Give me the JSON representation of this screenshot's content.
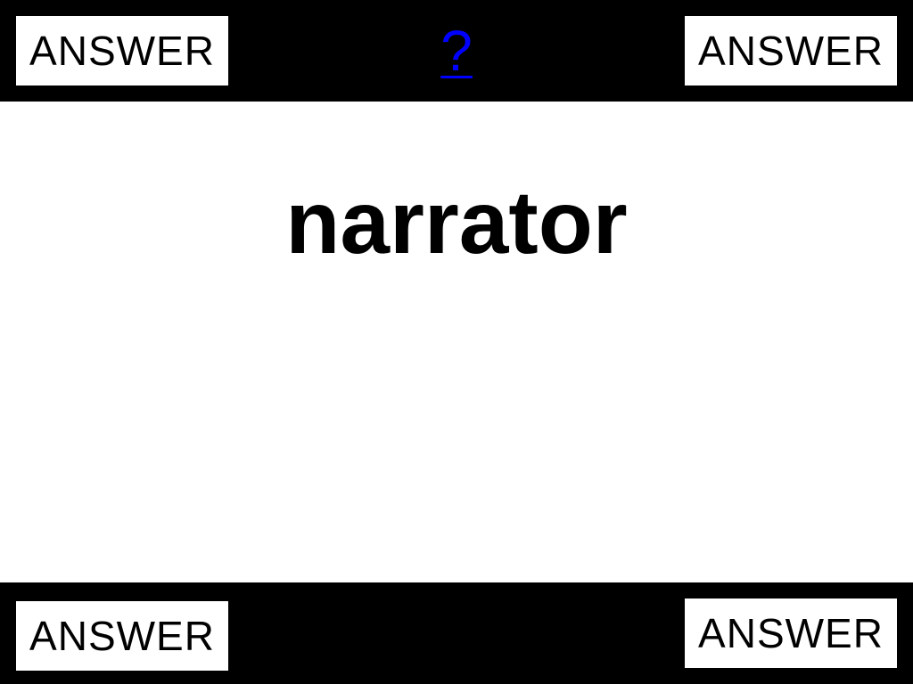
{
  "top_bar": {
    "left_answer": "ANSWER",
    "help_link": "?",
    "right_answer": "ANSWER"
  },
  "main": {
    "word": "narrator"
  },
  "bottom_bar": {
    "left_answer": "ANSWER",
    "right_answer": "ANSWER"
  },
  "colors": {
    "bar": "#000000",
    "background": "#ffffff",
    "link": "#0000ff"
  }
}
